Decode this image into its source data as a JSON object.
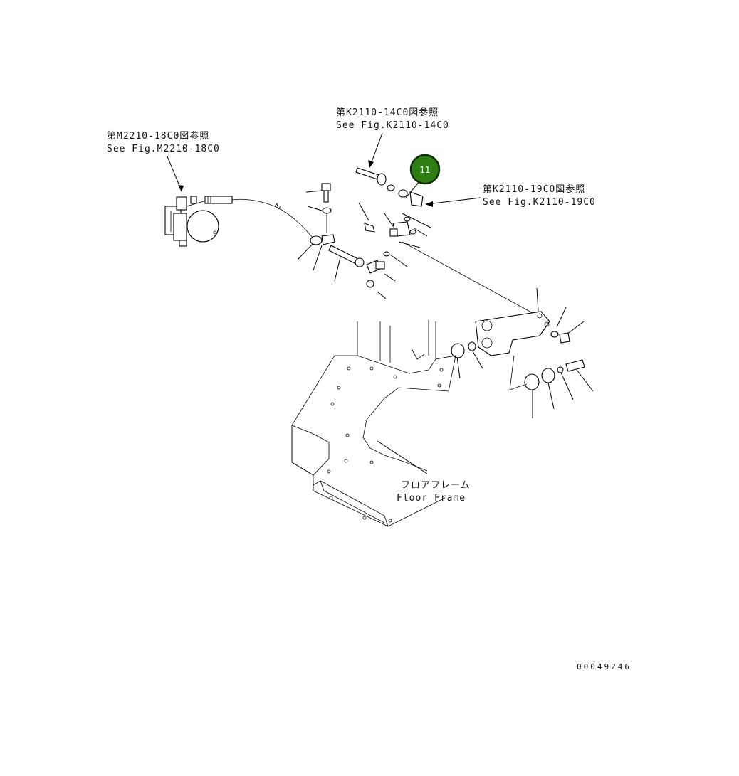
{
  "references": {
    "m2210": {
      "jp": "第M2210-18C0図参照",
      "en": "See Fig.M2210-18C0"
    },
    "k2110_14": {
      "jp": "第K2110-14C0図参照",
      "en": "See Fig.K2110-14C0"
    },
    "k2110_19": {
      "jp": "第K2110-19C0図参照",
      "en": "See Fig.K2110-19C0"
    }
  },
  "floor_frame": {
    "jp": "フロアフレーム",
    "en": "Floor Frame"
  },
  "callout": {
    "number": "11",
    "color": "#2e7d13"
  },
  "drawing_number": "00049246"
}
